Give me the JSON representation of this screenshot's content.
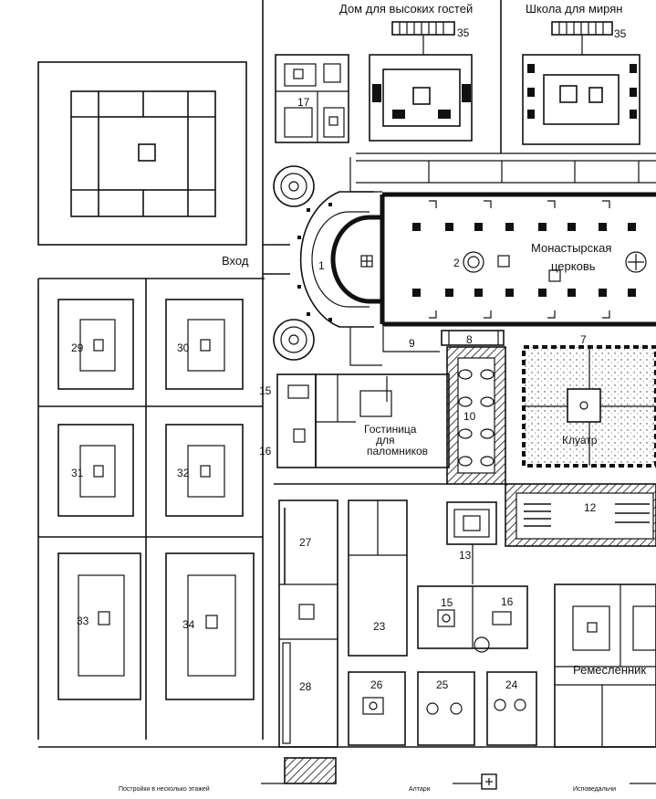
{
  "headings": {
    "guest_house": "Дом для высоких гостей",
    "lay_school": "Школа для мирян"
  },
  "labels": {
    "entrance": "Вход",
    "church_line1": "Монастырская",
    "church_line2": "церковь",
    "cloister": "Клуатр",
    "pilgrims_line1": "Гостиница",
    "pilgrims_line2": "для",
    "pilgrims_line3": "паломников",
    "craftsmen": "Ремесленник"
  },
  "numbers": {
    "n1": "1",
    "n2": "2",
    "n7": "7",
    "n8": "8",
    "n9": "9",
    "n10": "10",
    "n12": "12",
    "n13": "13",
    "n15a": "15",
    "n15b": "15",
    "n16a": "16",
    "n16b": "16",
    "n17": "17",
    "n23": "23",
    "n24": "24",
    "n25": "25",
    "n26": "26",
    "n27": "27",
    "n28": "28",
    "n29": "29",
    "n30": "30",
    "n31": "31",
    "n32": "32",
    "n33": "33",
    "n34": "34",
    "n35a": "35",
    "n35b": "35"
  },
  "legend": {
    "multi_storey": "Постройки в несколько этажей",
    "altars": "Алтари",
    "confessionals": "Исповедальни"
  }
}
